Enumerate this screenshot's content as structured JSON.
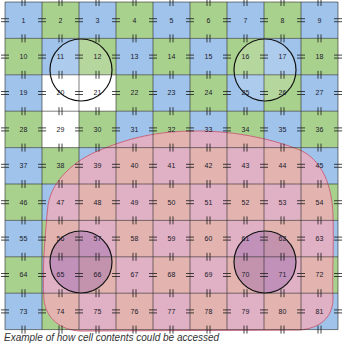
{
  "diagram": {
    "caption": "Example of how cell contents could be accessed",
    "nodes": [
      {
        "text": [
          "1"
        ]
      },
      {
        "text": [
          "2"
        ]
      },
      {
        "text": [
          "3"
        ]
      },
      {
        "text": [
          "4"
        ]
      },
      {
        "text": [
          "5"
        ]
      },
      {
        "text": [
          "6"
        ]
      },
      {
        "text": [
          "7"
        ]
      },
      {
        "text": [
          "8"
        ]
      },
      {
        "text": [
          "9"
        ]
      },
      {
        "text": [
          "10"
        ]
      },
      {
        "text": [
          "11"
        ]
      },
      {
        "text": [
          "12"
        ]
      },
      {
        "text": [
          "13"
        ]
      },
      {
        "text": [
          "14"
        ]
      },
      {
        "text": [
          "15"
        ]
      },
      {
        "text": [
          "16"
        ]
      },
      {
        "text": [
          "17"
        ]
      },
      {
        "text": [
          "18"
        ]
      },
      {
        "text": [
          "19"
        ]
      },
      {
        "text": [
          "20"
        ]
      },
      {
        "text": [
          "21"
        ]
      },
      {
        "text": [
          "22"
        ]
      },
      {
        "text": [
          "23"
        ]
      },
      {
        "text": [
          "24"
        ]
      },
      {
        "text": [
          "25"
        ]
      },
      {
        "text": [
          "26"
        ]
      },
      {
        "text": [
          "27"
        ]
      },
      {
        "text": [
          "28"
        ]
      },
      {
        "text": [
          "29"
        ]
      },
      {
        "text": [
          "30"
        ]
      },
      {
        "text": [
          "31"
        ]
      },
      {
        "text": [
          "32"
        ]
      },
      {
        "text": [
          "33"
        ]
      },
      {
        "text": [
          "34"
        ]
      },
      {
        "text": [
          "35"
        ]
      },
      {
        "text": [
          "36"
        ]
      },
      {
        "text": [
          "37"
        ]
      },
      {
        "text": [
          "38"
        ]
      },
      {
        "text": [
          "39"
        ]
      },
      {
        "text": [
          "40"
        ]
      },
      {
        "text": [
          "41"
        ]
      },
      {
        "text": [
          "42"
        ]
      },
      {
        "text": [
          "43"
        ]
      },
      {
        "text": [
          "44"
        ]
      },
      {
        "text": [
          "45"
        ]
      },
      {
        "text": [
          "46"
        ]
      },
      {
        "text": [
          "47"
        ]
      },
      {
        "text": [
          "48"
        ]
      },
      {
        "text": [
          "49"
        ]
      },
      {
        "text": [
          "50"
        ]
      },
      {
        "text": [
          "51"
        ]
      },
      {
        "text": [
          "52"
        ]
      },
      {
        "text": [
          "53"
        ]
      },
      {
        "text": [
          "54"
        ]
      },
      {
        "text": [
          "55"
        ]
      },
      {
        "text": [
          "56"
        ]
      },
      {
        "text": [
          "57"
        ]
      },
      {
        "text": [
          "58"
        ]
      },
      {
        "text": [
          "59"
        ]
      },
      {
        "text": [
          "60"
        ]
      },
      {
        "text": [
          "61"
        ]
      },
      {
        "text": [
          "62"
        ]
      },
      {
        "text": [
          "63"
        ]
      },
      {
        "text": [
          "64"
        ]
      },
      {
        "text": [
          "65"
        ]
      },
      {
        "text": [
          "66"
        ]
      },
      {
        "text": [
          "67"
        ]
      },
      {
        "text": [
          "68"
        ]
      },
      {
        "text": [
          "69"
        ]
      },
      {
        "text": [
          "70"
        ]
      },
      {
        "text": [
          "71"
        ]
      },
      {
        "text": [
          "72"
        ]
      },
      {
        "text": [
          "73"
        ]
      },
      {
        "text": [
          "74"
        ]
      },
      {
        "text": [
          "75"
        ]
      },
      {
        "text": [
          "76"
        ]
      },
      {
        "text": [
          "77"
        ]
      },
      {
        "text": [
          "78"
        ]
      },
      {
        "text": [
          "79"
        ]
      },
      {
        "text": [
          "80"
        ]
      },
      {
        "text": [
          "81"
        ]
      }
    ]
  }
}
